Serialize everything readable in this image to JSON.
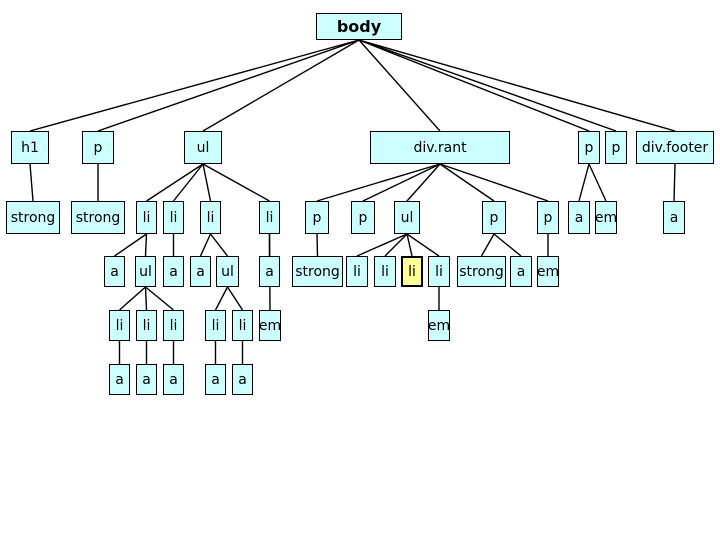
{
  "colors": {
    "node_fill": "#ccffff",
    "highlight_fill": "#ffff99",
    "edge": "#000000"
  },
  "tree": {
    "label": "body",
    "children": [
      {
        "label": "h1",
        "children": [
          {
            "label": "strong"
          }
        ]
      },
      {
        "label": "p",
        "children": [
          {
            "label": "strong"
          }
        ]
      },
      {
        "label": "ul",
        "children": [
          {
            "label": "li",
            "children": [
              {
                "label": "a"
              },
              {
                "label": "ul",
                "children": [
                  {
                    "label": "li",
                    "children": [
                      {
                        "label": "a"
                      }
                    ]
                  },
                  {
                    "label": "li",
                    "children": [
                      {
                        "label": "a"
                      }
                    ]
                  },
                  {
                    "label": "li",
                    "children": [
                      {
                        "label": "a"
                      }
                    ]
                  }
                ]
              }
            ]
          },
          {
            "label": "li",
            "children": [
              {
                "label": "a"
              }
            ]
          },
          {
            "label": "li",
            "children": [
              {
                "label": "a"
              },
              {
                "label": "ul",
                "children": [
                  {
                    "label": "li",
                    "children": [
                      {
                        "label": "a"
                      }
                    ]
                  },
                  {
                    "label": "li",
                    "children": [
                      {
                        "label": "a"
                      }
                    ]
                  }
                ]
              }
            ]
          },
          {
            "label": "li",
            "children": [
              {
                "label": "a"
              },
              {
                "label": "em"
              }
            ]
          }
        ]
      },
      {
        "label": "div.rant",
        "children": [
          {
            "label": "p",
            "children": [
              {
                "label": "strong"
              }
            ]
          },
          {
            "label": "p"
          },
          {
            "label": "ul",
            "children": [
              {
                "label": "li"
              },
              {
                "label": "li"
              },
              {
                "label": "li",
                "highlighted": true
              },
              {
                "label": "li",
                "children": [
                  {
                    "label": "em"
                  }
                ]
              }
            ]
          },
          {
            "label": "p",
            "children": [
              {
                "label": "strong"
              },
              {
                "label": "a"
              }
            ]
          },
          {
            "label": "p",
            "children": [
              {
                "label": "em"
              }
            ]
          }
        ]
      },
      {
        "label": "p",
        "children": [
          {
            "label": "a"
          },
          {
            "label": "em"
          }
        ]
      },
      {
        "label": "p"
      },
      {
        "label": "div.footer",
        "children": [
          {
            "label": "a"
          }
        ]
      }
    ]
  }
}
